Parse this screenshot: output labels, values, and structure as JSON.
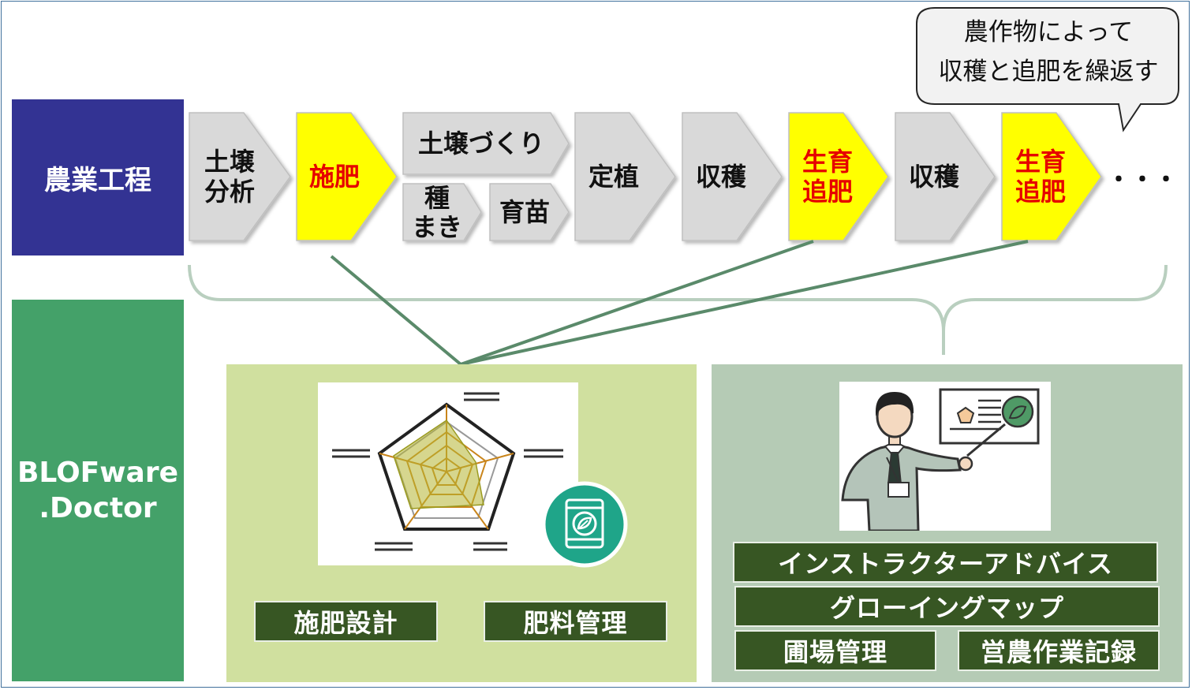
{
  "sections": {
    "agri_title": "農業工程",
    "doctor_title": "BLOFware\n.Doctor"
  },
  "steps": [
    {
      "label": "土壌\n分析",
      "highlight": false
    },
    {
      "label": "施肥",
      "highlight": true
    },
    {
      "label": "土壌づくり",
      "highlight": false
    },
    {
      "label": "種\nまき",
      "highlight": false
    },
    {
      "label": "育苗",
      "highlight": false
    },
    {
      "label": "定植",
      "highlight": false
    },
    {
      "label": "収穫",
      "highlight": false
    },
    {
      "label": "生育\n追肥",
      "highlight": true
    },
    {
      "label": "収穫",
      "highlight": false
    },
    {
      "label": "生育\n追肥",
      "highlight": true
    }
  ],
  "ellipsis": "・・・",
  "callout": "農作物によって\n収穫と追肥を繰返す",
  "left_panel": {
    "icons": [
      "radar-chart-icon",
      "fertilizer-bag-icon"
    ],
    "buttons": [
      "施肥設計",
      "肥料管理"
    ]
  },
  "right_panel": {
    "icons": [
      "instructor-presentation-icon"
    ],
    "buttons": [
      "インストラクターアドバイス",
      "グローイングマップ",
      "圃場管理",
      "営農作業記録"
    ]
  },
  "colors": {
    "agri": "#333393",
    "doctor": "#44a169",
    "step_gray": "#d9d9d9",
    "step_yellow": "#ffff00",
    "highlight_text": "#e60000",
    "left_panel": "#d0e09f",
    "right_panel": "#b5cbb5",
    "button": "#375623",
    "connector": "#5a8a6a"
  }
}
